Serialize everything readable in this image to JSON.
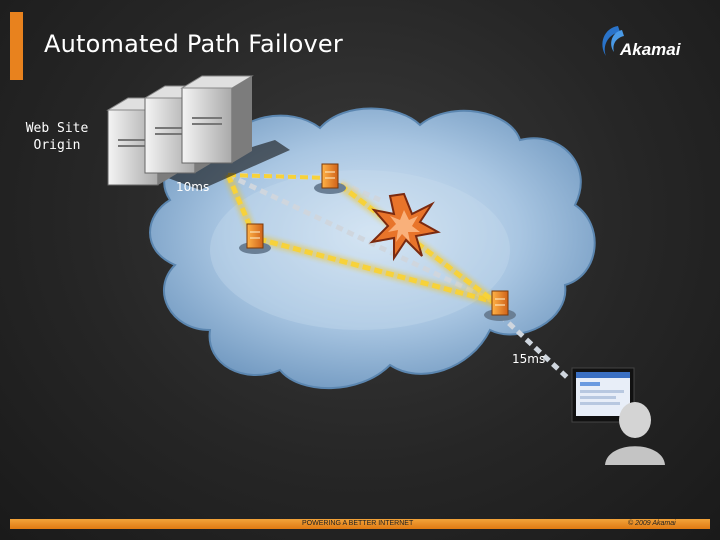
{
  "slide": {
    "title": "Automated Path Failover",
    "accent_color": "#e8821e"
  },
  "logo": {
    "text": "Akamai",
    "color": "#2a73c9"
  },
  "diagram": {
    "origin_label_line1": "Web Site",
    "origin_label_line2": "Origin",
    "latency_origin": "10ms",
    "latency_user": "15ms",
    "path_colors": {
      "active_path": "#f2c21a",
      "inactive_path": "#cfd6de",
      "failure_burst": "#e8742a"
    },
    "icons": [
      "server-rack-icon",
      "edge-server-icon",
      "failure-burst-icon",
      "monitor-icon",
      "user-silhouette-icon"
    ]
  },
  "footer": {
    "tagline": "POWERING A BETTER INTERNET",
    "copyright": "© 2009 Akamai"
  }
}
